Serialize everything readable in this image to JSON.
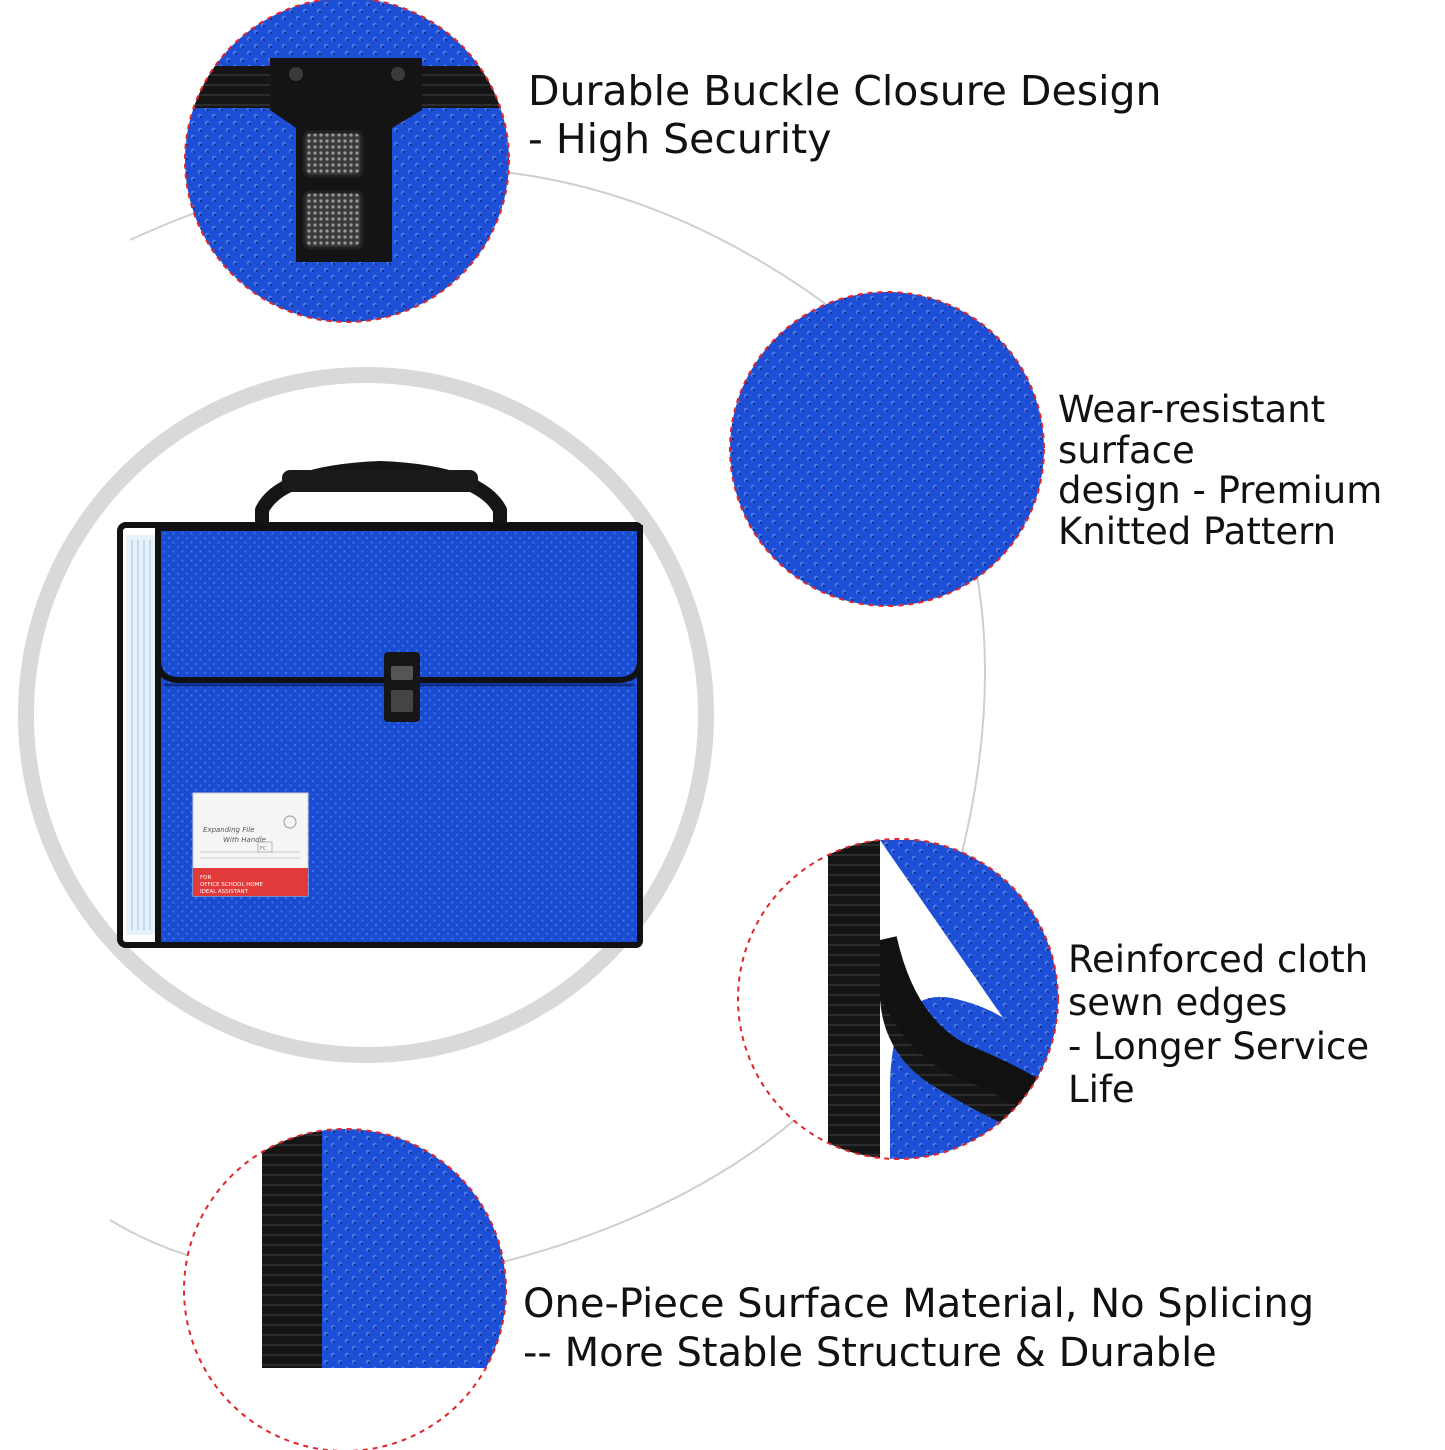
{
  "features": [
    {
      "text": "Durable Buckle Closure Design\n- High Security"
    },
    {
      "text": "Wear-resistant surface\ndesign - Premium\nKnitted Pattern"
    },
    {
      "text": "Reinforced cloth\nsewn edges\n- Longer Service Life"
    },
    {
      "text": "One-Piece Surface Material,   No Splicing\n-- More Stable Structure & Durable"
    }
  ],
  "product_label": {
    "title": "Expanding File\nWith Handle",
    "size": "FC",
    "footer": "FOR\nOFFICE SCHOOL HOME\nIDEAL ASSISTANT"
  },
  "colors": {
    "file_blue": "#1c4fd6",
    "file_blue_dark": "#0f38a8",
    "edge_black": "#111111",
    "dash_red": "#e0262a",
    "ring_gray": "#d6d6d6",
    "label_red": "#e23a3a"
  }
}
